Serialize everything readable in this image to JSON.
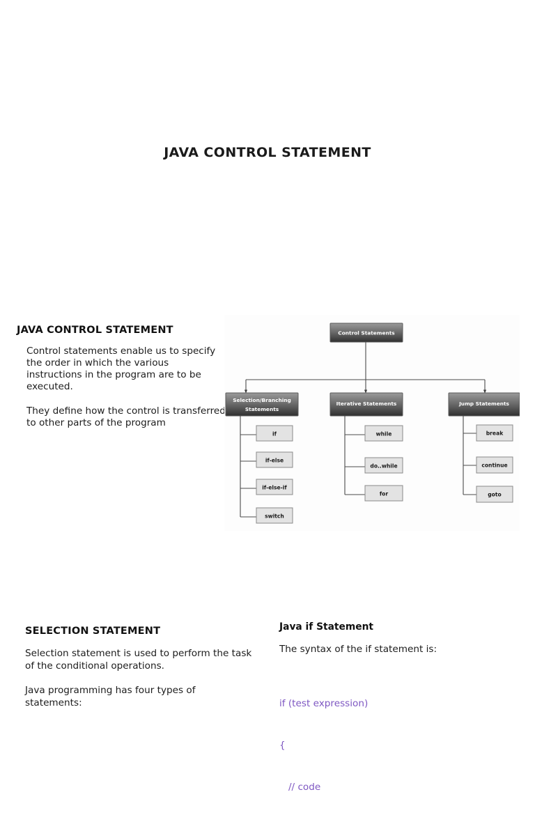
{
  "document": {
    "title": "JAVA CONTROL STATEMENT"
  },
  "intro_section": {
    "heading": "JAVA CONTROL STATEMENT",
    "paragraphs": [
      "Control statements enable us to specify the order in which the various instructions in the program are to be executed.",
      "They define how the control is transferred to other parts of the program"
    ]
  },
  "diagram": {
    "type": "tree",
    "root": "Control Statements",
    "branches": [
      {
        "label": "Selection/Branching Statements",
        "children": [
          "if",
          "if-else",
          "if-else-if",
          "switch"
        ]
      },
      {
        "label": "Iterative Statements",
        "children": [
          "while",
          "do..while",
          "for"
        ]
      },
      {
        "label": "Jump Statements",
        "children": [
          "break",
          "continue",
          "goto"
        ]
      }
    ],
    "colors": {
      "node_dark_top": "#8f8f8f",
      "node_dark_bottom": "#3a3a3a",
      "node_dark_text": "#ffffff",
      "node_light_fill": "#e3e3e3",
      "node_light_border": "#8a8a8a",
      "node_light_text": "#1a1a1a",
      "connector": "#4a4a4a"
    }
  },
  "selection_section": {
    "heading": "SELECTION STATEMENT",
    "paragraphs": [
      "Selection statement is used to perform the task of the conditional operations.",
      "Java programming has four types of statements:"
    ]
  },
  "if_section": {
    "heading": "Java if Statement",
    "intro": "The syntax of the if statement is:",
    "code_lines": [
      "if (test expression)",
      "{",
      "   // code"
    ],
    "code_color": "#7e57c2"
  }
}
